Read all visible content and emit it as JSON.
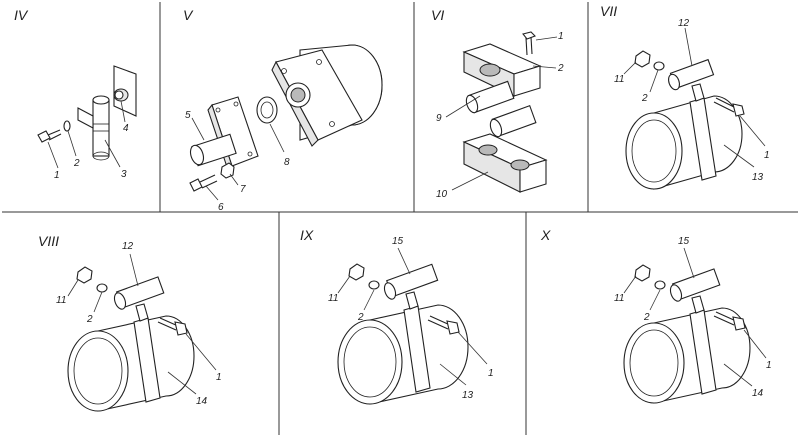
{
  "panels": {
    "iv": "IV",
    "v": "V",
    "vi": "VI",
    "vii": "VII",
    "viii": "VIII",
    "ix": "IX",
    "x": "X"
  },
  "callouts": {
    "iv": [
      "1",
      "2",
      "3",
      "4"
    ],
    "v": [
      "5",
      "6",
      "7",
      "8"
    ],
    "vi": [
      "1",
      "2",
      "9",
      "10"
    ],
    "vii": [
      "12",
      "11",
      "2",
      "1",
      "13"
    ],
    "viii": [
      "12",
      "11",
      "2",
      "1",
      "14"
    ],
    "ix": [
      "15",
      "11",
      "2",
      "1",
      "13"
    ],
    "x": [
      "15",
      "11",
      "2",
      "1",
      "14"
    ]
  }
}
